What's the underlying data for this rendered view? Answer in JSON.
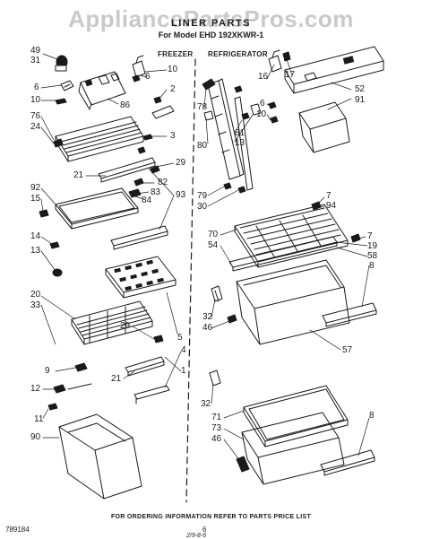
{
  "watermark": "AppliancePartsPros.com",
  "title": "LINER PARTS",
  "subtitle": "For Model EHD 192XKWR-1",
  "sections": {
    "freezer": "FREEZER",
    "refrigerator": "REFRIGERATOR"
  },
  "footer": "FOR ORDERING INFORMATION REFER TO PARTS PRICE LIST",
  "doc_code": "789184",
  "page_number": "6",
  "handwritten_note": "2/9-8-6",
  "callouts": [
    "49",
    "31",
    "6",
    "10",
    "76",
    "24",
    "10",
    "2",
    "86",
    "6",
    "3",
    "21",
    "29",
    "82",
    "83",
    "84",
    "93",
    "92",
    "15",
    "14",
    "13",
    "20",
    "33",
    "29",
    "5",
    "9",
    "21",
    "4",
    "12",
    "11",
    "90",
    "1",
    "16",
    "17",
    "52",
    "91",
    "78",
    "80",
    "81",
    "13",
    "6",
    "10",
    "79",
    "30",
    "7",
    "94",
    "70",
    "54",
    "7",
    "19",
    "58",
    "8",
    "32",
    "46",
    "57",
    "32",
    "71",
    "73",
    "46",
    "8"
  ]
}
